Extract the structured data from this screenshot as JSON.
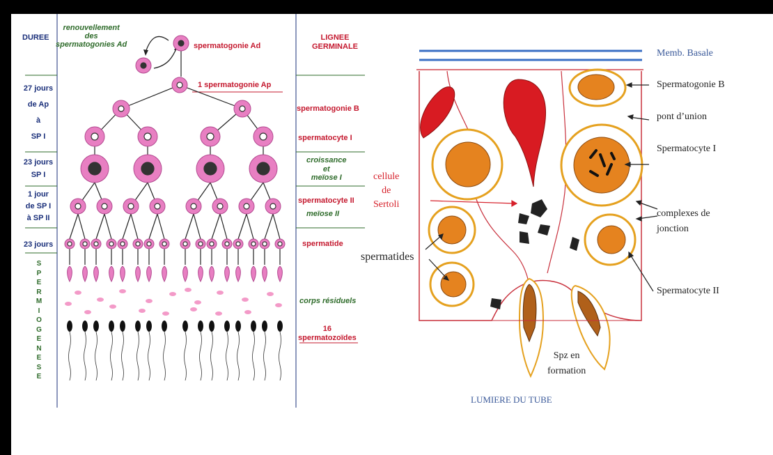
{
  "left_diagram": {
    "duration_header": "DUREE",
    "renewal_note": [
      "renouvellement",
      "des",
      "spermatogonies Ad"
    ],
    "lineage_header": [
      "LIGNEE",
      "GERMINALE"
    ],
    "durations": {
      "d1": [
        "27 jours",
        "de Ap",
        "à",
        "SP I"
      ],
      "d2": [
        "23 jours",
        "SP I"
      ],
      "d3": [
        "1 jour",
        "de SP I",
        "à SP II"
      ],
      "d4": "23 jours",
      "d5": [
        "S",
        "P",
        "E",
        "R",
        "M",
        "I",
        "O",
        "G",
        "E",
        "N",
        "E",
        "S",
        "E"
      ]
    },
    "stages": {
      "ad": "spermatogonie Ad",
      "ap": "1 spermatogonie Ap",
      "b": "spermatogonie B",
      "sp1": "spermatocyte I",
      "growth": [
        "croissance",
        "et",
        "meïose I"
      ],
      "sp2": "spermatocyte II",
      "meiosis2": "meïose II",
      "spermatid": "spermatide",
      "residual": "corps résiduels",
      "spz": [
        "16",
        "spermatozoïdes"
      ]
    }
  },
  "right_diagram": {
    "labels": {
      "basal": "Memb. Basale",
      "spg_b": "Spermatogonie B",
      "bridge": "pont d’union",
      "spc1": "Spermatocyte I",
      "sertoli": [
        "cellule",
        "de",
        "Sertoli"
      ],
      "junction": [
        "complexes de",
        "jonction"
      ],
      "spermatides": "spermatides",
      "spc2": "Spermatocyte II",
      "spz": [
        "Spz en",
        "formation"
      ],
      "lumen": "LUMIERE DU TUBE"
    }
  },
  "colors": {
    "cell_pink": "#e87fc2",
    "label_red": "#c4182e",
    "label_navy": "#1a2f7a",
    "label_green": "#2e6b2a",
    "membrane_blue": "#3a6fc4",
    "sertoli_red": "#d81b22",
    "nucleus_orange": "#e5831f"
  }
}
